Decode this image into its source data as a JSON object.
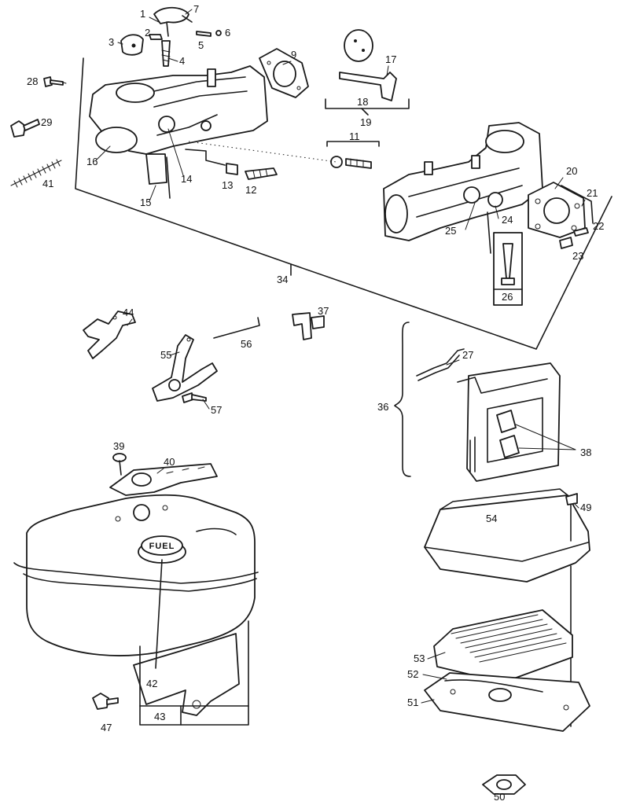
{
  "diagram": {
    "labels": {
      "n1": "1",
      "n2": "2",
      "n3": "3",
      "n4": "4",
      "n5": "5",
      "n6": "6",
      "n7": "7",
      "n9": "9",
      "n11": "11",
      "n12": "12",
      "n13": "13",
      "n14": "14",
      "n15": "15",
      "n16": "16",
      "n17": "17",
      "n18": "18",
      "n19": "19",
      "n20": "20",
      "n21": "21",
      "n22": "22",
      "n23": "23",
      "n24": "24",
      "n25": "25",
      "n26": "26",
      "n27": "27",
      "n28": "28",
      "n29": "29",
      "n34": "34",
      "n36": "36",
      "n37": "37",
      "n38": "38",
      "n39": "39",
      "n40": "40",
      "n41": "41",
      "n42": "42",
      "n43": "43",
      "n44": "44",
      "n47": "47",
      "n49": "49",
      "n50": "50",
      "n51": "51",
      "n52": "52",
      "n53": "53",
      "n54": "54",
      "n55": "55",
      "n56": "56",
      "n57": "57"
    },
    "fuel_cap_text": "FUEL"
  }
}
